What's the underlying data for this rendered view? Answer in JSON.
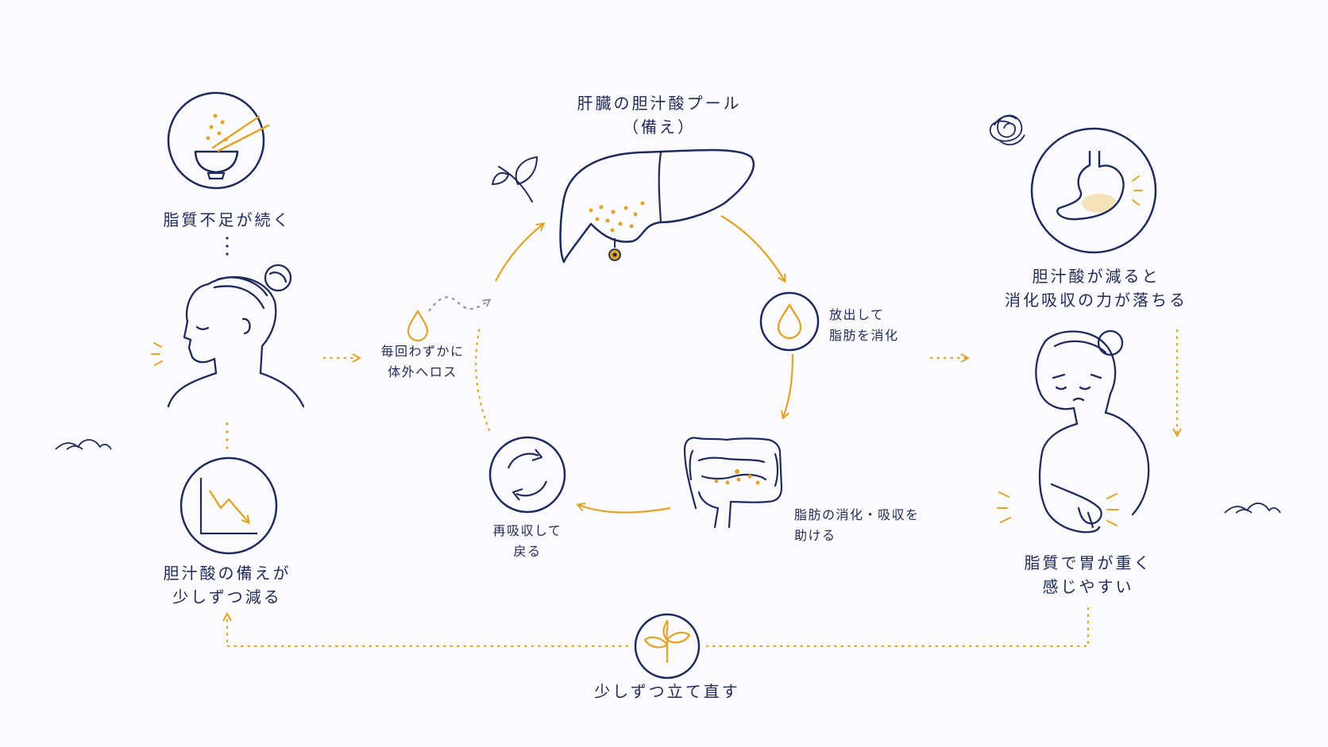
{
  "colors": {
    "navy": "#1f2a5c",
    "gold": "#e0a42a",
    "background": "#fbfbfd"
  },
  "labels": {
    "lipid_shortage": "脂質不足が続く",
    "bile_reserve_decreases": [
      "胆汁酸の備えが",
      "少しずつ減る"
    ],
    "liver_pool": [
      "肝臓の胆汁酸プール",
      "（備え）"
    ],
    "release_digest": [
      "放出して",
      "脂肪を消化"
    ],
    "loss_outside": [
      "毎回わずかに",
      "体外へロス"
    ],
    "help_digestion": [
      "脂肪の消化・吸収を",
      "助ける"
    ],
    "reabsorb_return": [
      "再吸収して",
      "戻る"
    ],
    "digestion_weakens": [
      "胆汁酸が減ると",
      "消化吸収の力が落ちる"
    ],
    "stomach_heavy": [
      "脂質で胃が重く",
      "感じやすい"
    ],
    "rebuild": "少しずつ立て直す"
  },
  "icons": [
    "rice-bowl-icon",
    "woman-profile-icon",
    "declining-chart-icon",
    "liver-icon",
    "leaf-sprig-icon",
    "drop-icon",
    "intestine-icon",
    "cycle-arrows-icon",
    "stomach-icon",
    "tangled-scribble-icon",
    "woman-holding-stomach-icon",
    "sprout-icon",
    "cloud-icon"
  ]
}
